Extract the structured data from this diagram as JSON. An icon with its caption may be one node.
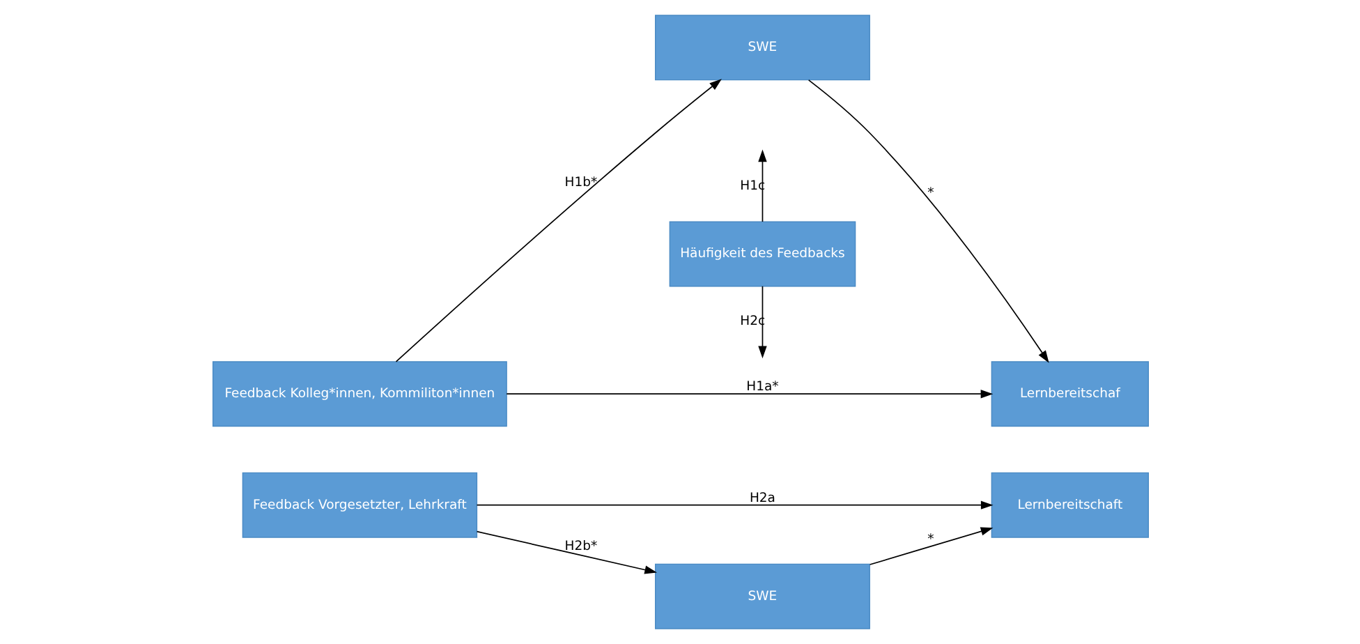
{
  "diagram": {
    "nodes": [
      {
        "text": [
          "Feedback Kolleg*innen, Kommiliton*innen"
        ]
      },
      {
        "text": [
          "SWE"
        ]
      },
      {
        "text": [
          "Lernbereitschaf"
        ]
      },
      {
        "text": [
          "Häufigkeit des Feedbacks"
        ]
      },
      {
        "text": [
          "Feedback Vorgesetzter, Lehrkraft"
        ]
      },
      {
        "text": [
          "Lernbereitschaft"
        ]
      },
      {
        "text": [
          "SWE"
        ]
      }
    ],
    "edges": [
      {
        "from": 0,
        "to": 1,
        "arrow": "to",
        "label": "H1b*"
      },
      {
        "from": 1,
        "to": 2,
        "arrow": "to",
        "label": "*"
      },
      {
        "from": 0,
        "to": 2,
        "arrow": "to",
        "label": "H1a*"
      },
      {
        "from": 3,
        "to": null,
        "arrow": "to",
        "label": "H1c"
      },
      {
        "from": 3,
        "to": null,
        "arrow": "to",
        "label": "H2c"
      },
      {
        "from": 4,
        "to": 5,
        "arrow": "to",
        "label": "H2a"
      },
      {
        "from": 4,
        "to": 6,
        "arrow": "to",
        "label": "H2b*"
      },
      {
        "from": 6,
        "to": 5,
        "arrow": "to",
        "label": "*"
      }
    ]
  }
}
